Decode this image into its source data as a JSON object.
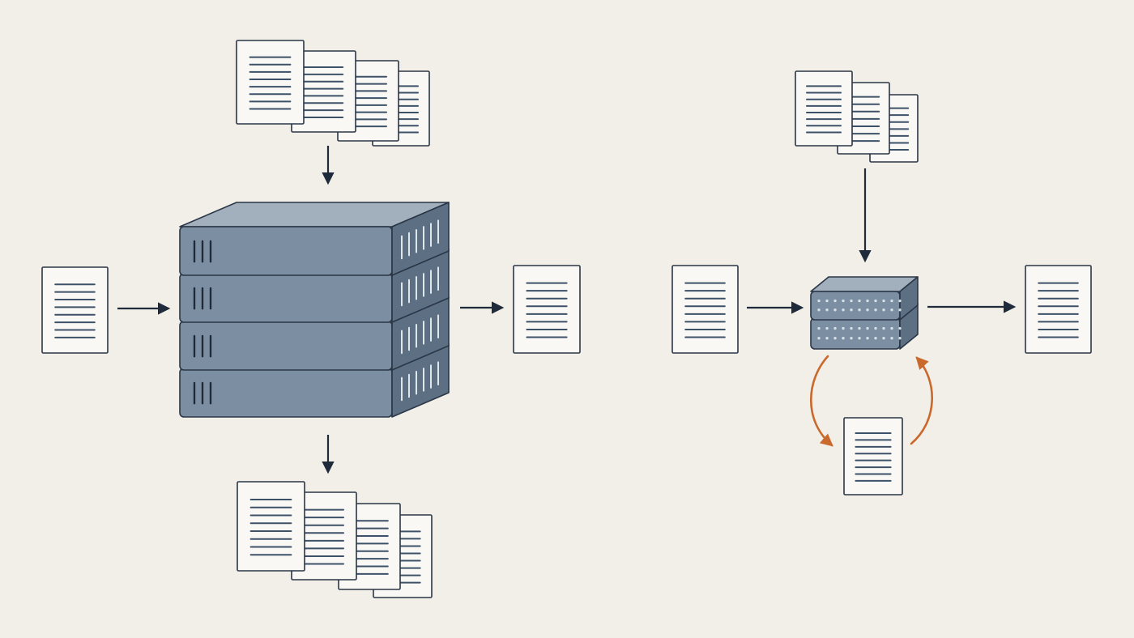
{
  "colors": {
    "background": "#f2efe8",
    "paper": "#f9f8f4",
    "outline": "#2a3646",
    "server_top": "#a2b0bd",
    "server_front": "#7c8fa2",
    "server_side": "#5c6f83",
    "arrow": "#1f2b3a",
    "loop_arrow": "#c9692c"
  },
  "icons": {
    "document": "document-icon",
    "server_stack": "server-rack-icon",
    "arrow": "arrow-icon",
    "loop": "circular-arrow-icon"
  },
  "diagram": {
    "left": {
      "server_units": 4,
      "inputs_top_docs": 4,
      "inputs_left_docs": 1,
      "outputs_right_docs": 1,
      "outputs_bottom_docs": 4
    },
    "right": {
      "server_units": 2,
      "inputs_top_docs": 3,
      "inputs_left_docs": 1,
      "outputs_right_docs": 1,
      "feedback_loop_docs": 1
    }
  }
}
